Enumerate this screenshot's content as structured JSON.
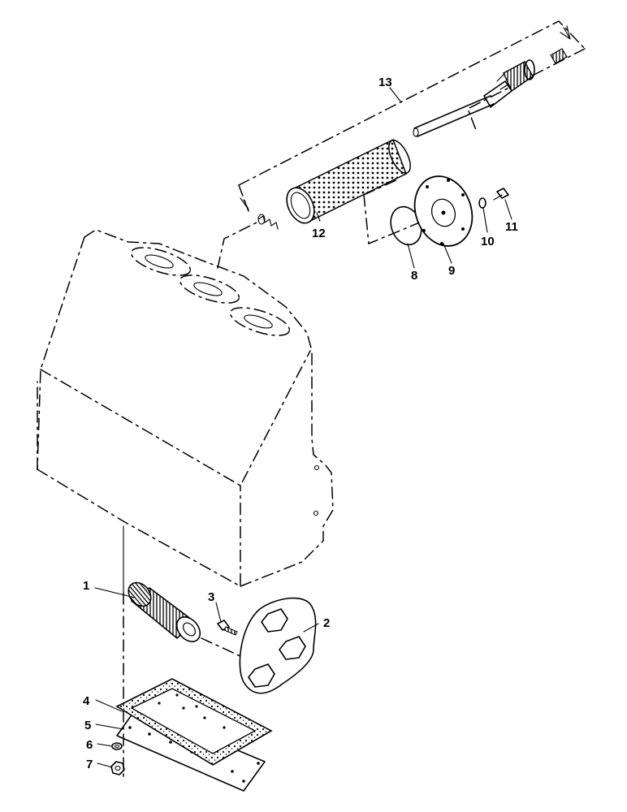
{
  "callouts": [
    {
      "id": "1",
      "label": "1",
      "part": "oil-filter-cartridge"
    },
    {
      "id": "2",
      "label": "2",
      "part": "mounting-gasket"
    },
    {
      "id": "3",
      "label": "3",
      "part": "screw"
    },
    {
      "id": "4",
      "label": "4",
      "part": "sump-gasket"
    },
    {
      "id": "5",
      "label": "5",
      "part": "sump-cover-plate"
    },
    {
      "id": "6",
      "label": "6",
      "part": "washer"
    },
    {
      "id": "7",
      "label": "7",
      "part": "nut"
    },
    {
      "id": "8",
      "label": "8",
      "part": "o-ring-seal"
    },
    {
      "id": "9",
      "label": "9",
      "part": "flange-cover"
    },
    {
      "id": "10",
      "label": "10",
      "part": "washer"
    },
    {
      "id": "11",
      "label": "11",
      "part": "bolt"
    },
    {
      "id": "12",
      "label": "12",
      "part": "strainer-screen"
    },
    {
      "id": "13",
      "label": "13",
      "part": "strainer-assembly"
    }
  ]
}
